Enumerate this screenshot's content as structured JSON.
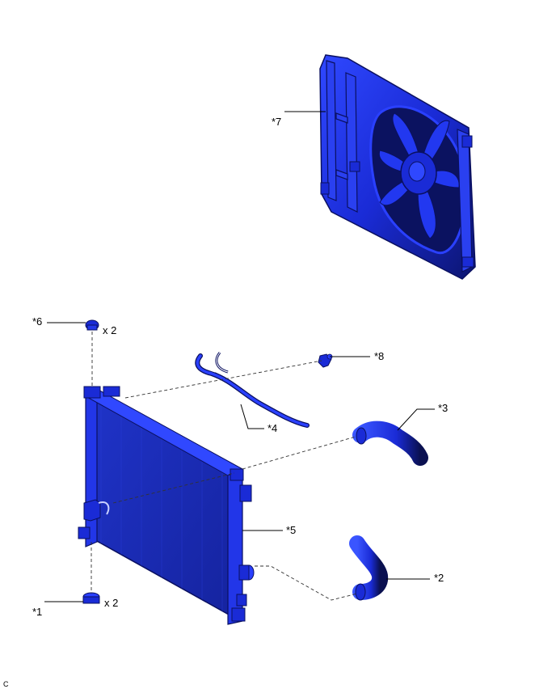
{
  "callouts": {
    "c1": "*1",
    "c2": "*2",
    "c3": "*3",
    "c4": "*4",
    "c5": "*5",
    "c6": "*6",
    "c7": "*7",
    "c8": "*8"
  },
  "quantities": {
    "q1": "x 2",
    "q6": "x 2"
  },
  "footer": {
    "code": "C"
  },
  "colors": {
    "part_main": "#1a2bd6",
    "part_dark": "#0d1680",
    "part_light": "#3a55ff",
    "line": "#000000"
  }
}
